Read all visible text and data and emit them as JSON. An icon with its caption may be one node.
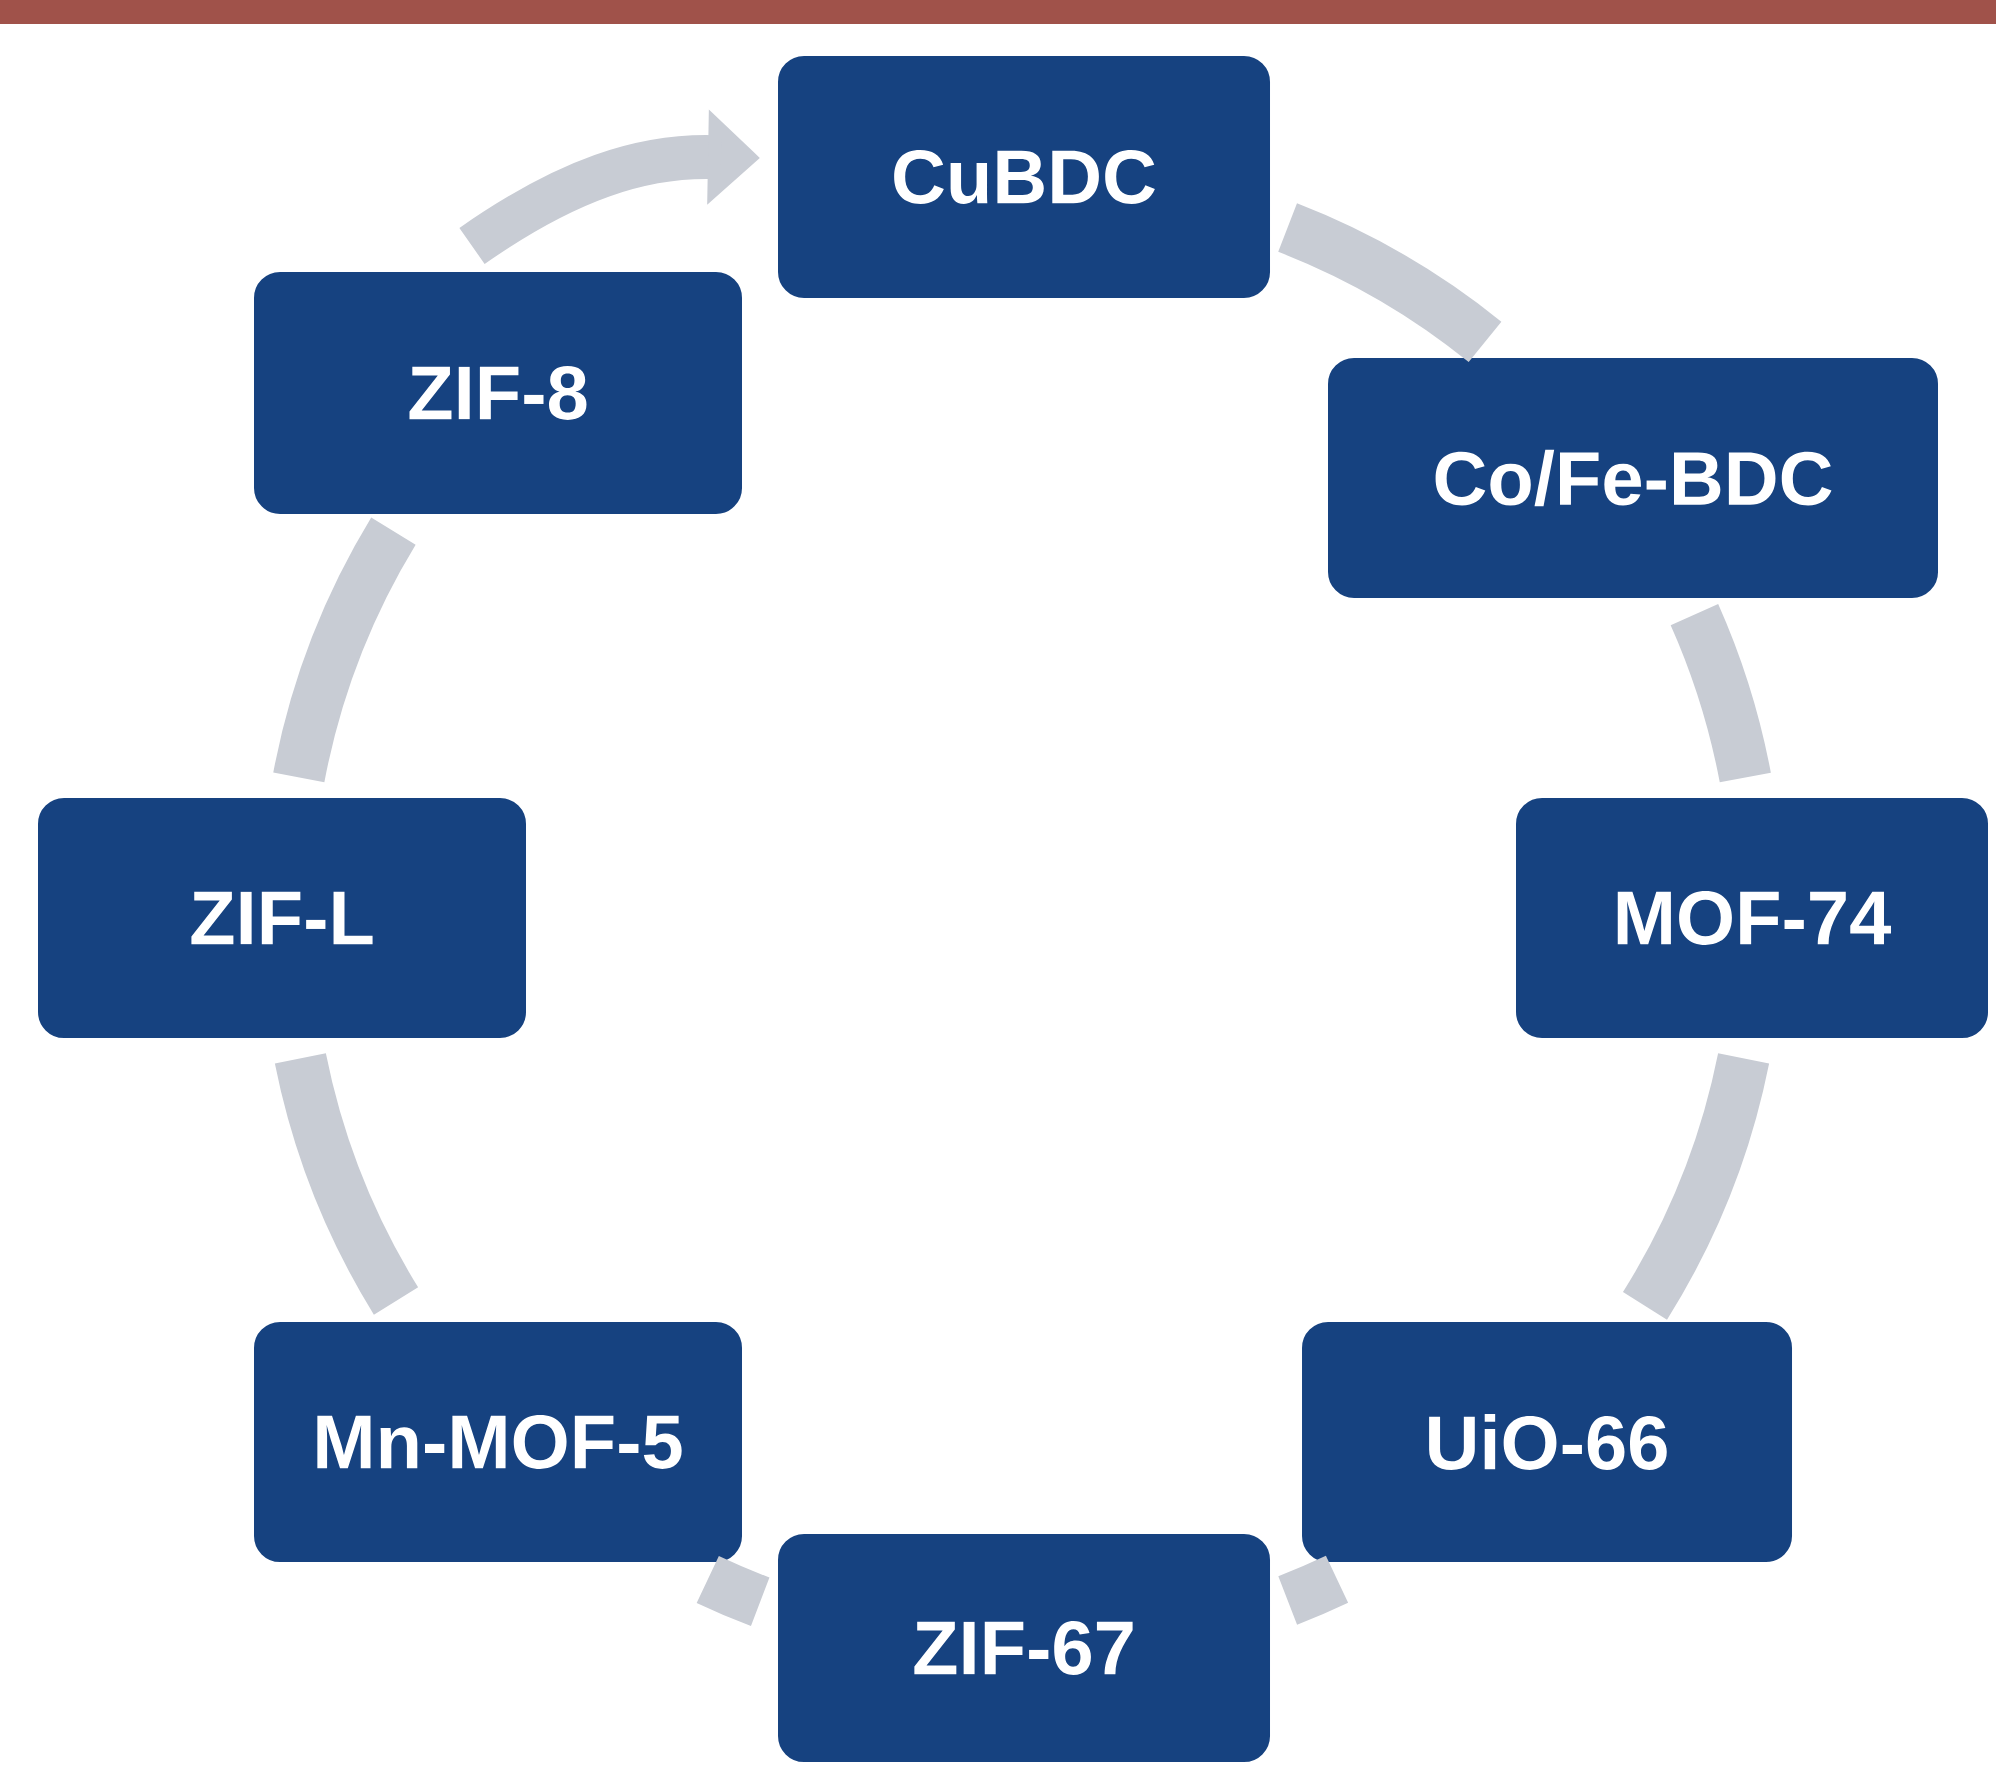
{
  "diagram": {
    "nodes": [
      {
        "text": [
          "CuBDC"
        ]
      },
      {
        "text": [
          "Co/Fe-BDC"
        ]
      },
      {
        "text": [
          "MOF-74"
        ]
      },
      {
        "text": [
          "UiO-66"
        ]
      },
      {
        "text": [
          "ZIF-67"
        ]
      },
      {
        "text": [
          "Mn-MOF-5"
        ]
      },
      {
        "text": [
          "ZIF-L"
        ]
      },
      {
        "text": [
          "ZIF-8"
        ]
      }
    ],
    "edges": [
      {
        "from": 0,
        "to": 1,
        "arrow": "none"
      },
      {
        "from": 1,
        "to": 2,
        "arrow": "none"
      },
      {
        "from": 2,
        "to": 3,
        "arrow": "none"
      },
      {
        "from": 3,
        "to": 4,
        "arrow": "none"
      },
      {
        "from": 4,
        "to": 5,
        "arrow": "none"
      },
      {
        "from": 5,
        "to": 6,
        "arrow": "none"
      },
      {
        "from": 6,
        "to": 7,
        "arrow": "none"
      },
      {
        "from": 7,
        "to": 0,
        "arrow": "to"
      }
    ]
  }
}
